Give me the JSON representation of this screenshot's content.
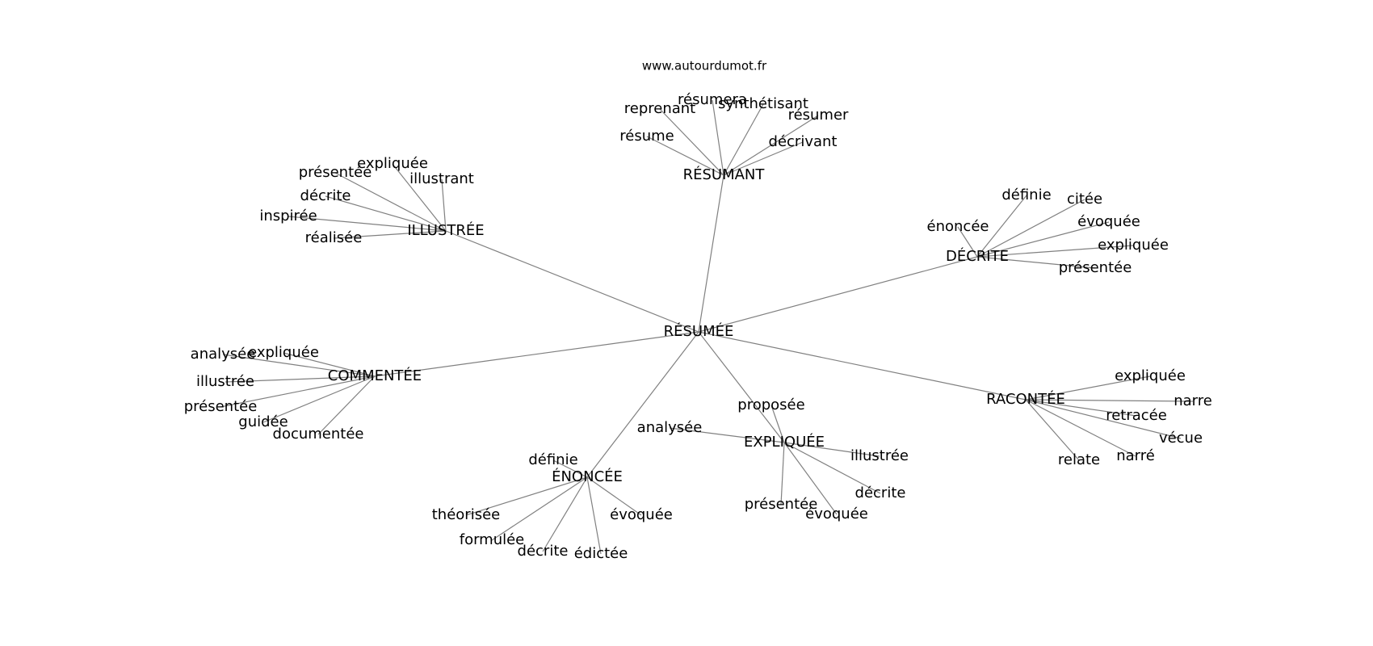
{
  "source": "www.autourdumot.fr",
  "colors": {
    "edge": "#808080",
    "text": "#000000",
    "background": "#ffffff"
  },
  "root": "RÉSUMÉE",
  "clusters": [
    {
      "hub": "RÉSUMANT",
      "leaves": [
        "reprenant",
        "résumera",
        "synthétisant",
        "résumer",
        "résume",
        "décrivant"
      ]
    },
    {
      "hub": "ILLUSTRÉE",
      "leaves": [
        "présentée",
        "expliquée",
        "illustrant",
        "décrite",
        "inspirée",
        "réalisée"
      ]
    },
    {
      "hub": "DÉCRITE",
      "leaves": [
        "définie",
        "citée",
        "énoncée",
        "évoquée",
        "expliquée",
        "présentée"
      ]
    },
    {
      "hub": "COMMENTÉE",
      "leaves": [
        "analysée",
        "expliquée",
        "illustrée",
        "présentée",
        "guidée",
        "documentée"
      ]
    },
    {
      "hub": "RACONTÉE",
      "leaves": [
        "expliquée",
        "narre",
        "retracée",
        "vécue",
        "narré",
        "relate"
      ]
    },
    {
      "hub": "EXPLIQUÉE",
      "leaves": [
        "proposée",
        "analysée",
        "illustrée",
        "décrite",
        "présentée",
        "évoquée"
      ]
    },
    {
      "hub": "ÉNONCÉE",
      "leaves": [
        "définie",
        "théorisée",
        "formulée",
        "décrite",
        "édictée",
        "évoquée"
      ]
    }
  ]
}
